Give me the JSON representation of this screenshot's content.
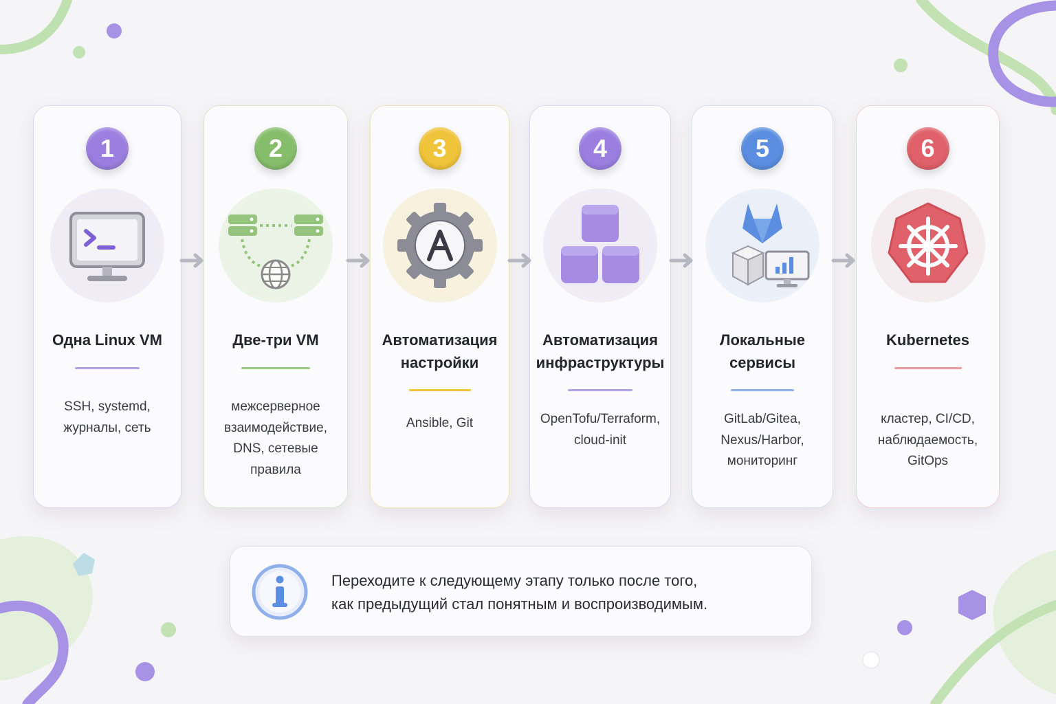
{
  "steps": [
    {
      "number": "1",
      "title": "Одна Linux VM",
      "description": "SSH, systemd, журналы, сеть",
      "icon": "terminal-monitor-icon",
      "accent": "#9b7fe0"
    },
    {
      "number": "2",
      "title": "Две-три VM",
      "description": "межсерверное взаимодействие, DNS, сетевые правила",
      "icon": "network-servers-icon",
      "accent": "#86bd6a"
    },
    {
      "number": "3",
      "title": "Автоматизация настройки",
      "description": "Ansible, Git",
      "icon": "ansible-gear-icon",
      "accent": "#f0c43a"
    },
    {
      "number": "4",
      "title": "Автоматизация инфраструктуры",
      "description": "OpenTofu/Terraform, cloud-init",
      "icon": "cubes-icon",
      "accent": "#9b7fe0"
    },
    {
      "number": "5",
      "title": "Локальные сервисы",
      "description": "GitLab/Gitea, Nexus/Harbor, мониторинг",
      "icon": "services-icon",
      "accent": "#5b8ee0"
    },
    {
      "number": "6",
      "title": "Kubernetes",
      "description": "кластер, CI/CD, наблюдаемость, GitOps",
      "icon": "kubernetes-helm-icon",
      "accent": "#e0616a"
    }
  ],
  "note": {
    "icon": "info-icon",
    "text_line1": "Переходите к следующему этапу только после того,",
    "text_line2": "как предыдущий стал понятным и воспроизводимым."
  },
  "colors": {
    "background": "#f5f4f6",
    "purple": "#9b7fe0",
    "green": "#86bd6a",
    "yellow": "#f0c43a",
    "blue": "#5b8ee0",
    "red": "#e0616a"
  }
}
